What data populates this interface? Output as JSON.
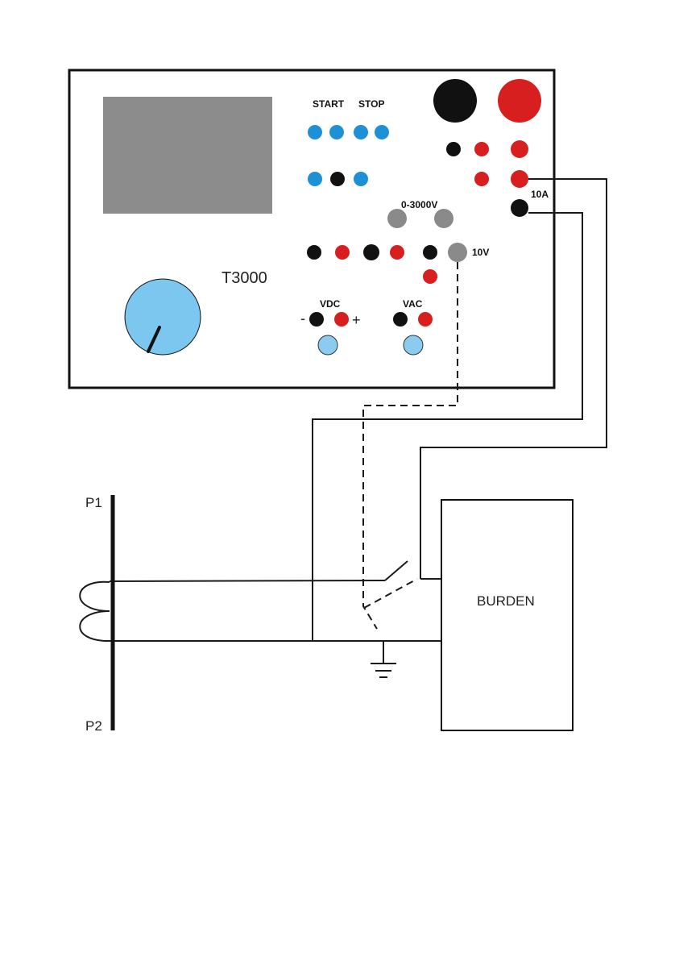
{
  "labels": {
    "start": "START",
    "stop": "STOP",
    "range_3000v": "0-3000V",
    "range_10v": "10V",
    "range_10a": "10A",
    "model": "T3000",
    "vdc": "VDC",
    "vac": "VAC",
    "minus": "-",
    "plus": "+",
    "p1": "P1",
    "p2": "P2",
    "burden": "BURDEN"
  },
  "colors": {
    "screen": "#8c8c8c",
    "button_blue": "#1e90d6",
    "terminal_black": "#111111",
    "terminal_red": "#d71f1f",
    "terminal_grey": "#8a8a8a",
    "knob_light_blue": "#7cc7f0",
    "socket_light_blue": "#8ccbf0"
  }
}
